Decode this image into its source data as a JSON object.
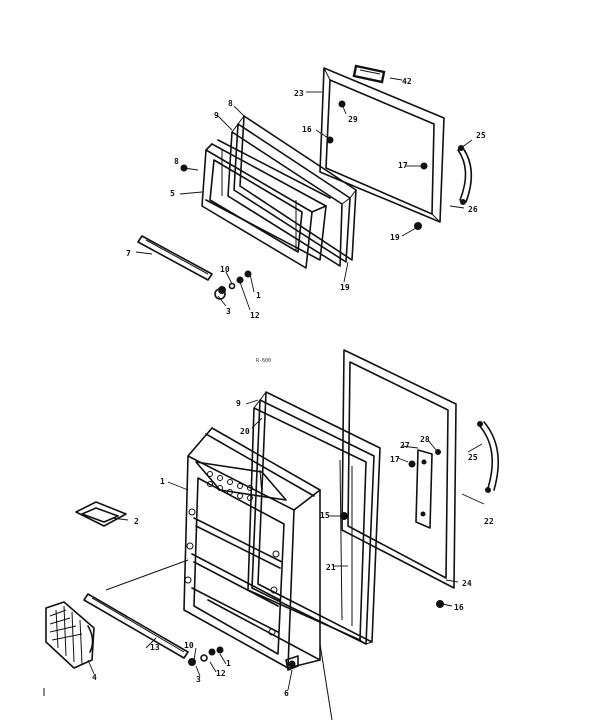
{
  "diagram": {
    "callouts": {
      "c42": "42",
      "c23a": "23",
      "c29": "29",
      "c16a": "16",
      "c8a": "8",
      "c9a": "9",
      "c25a": "25",
      "c17a": "17",
      "c8b": "8",
      "c5": "5",
      "c26a": "26",
      "c19a": "19",
      "c7": "7",
      "c10a": "10",
      "c19b": "19",
      "c1a": "1",
      "c3a": "3",
      "c12a": "12",
      "c9b": "9",
      "c20": "20",
      "c27": "27",
      "c28": "28",
      "c17b": "17",
      "c25b": "25",
      "c1b": "1",
      "c2": "2",
      "c15": "15",
      "c22": "22",
      "c21": "21",
      "c24": "24",
      "c16b": "16",
      "c13": "13",
      "c10b": "10",
      "c12b": "12",
      "c1c": "1",
      "c3b": "3",
      "c6": "6",
      "c4": "4"
    },
    "notes": {
      "ref": "R-600"
    }
  }
}
